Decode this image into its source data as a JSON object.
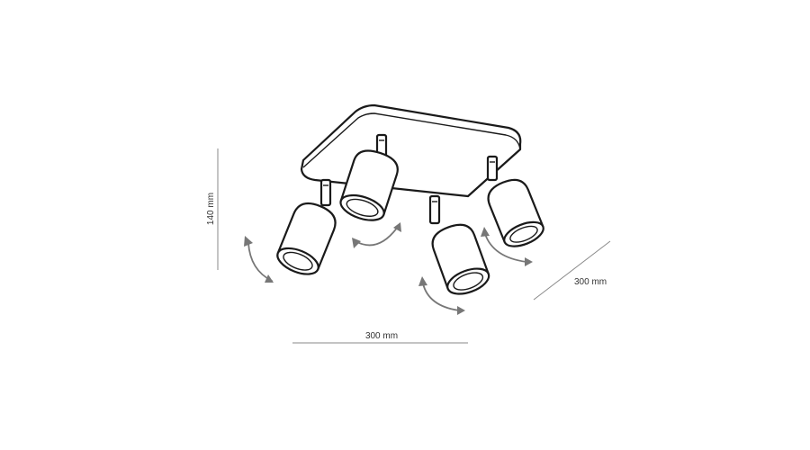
{
  "dimensions": {
    "height_label": "140 mm",
    "width_label": "300 mm",
    "depth_label": "300 mm"
  },
  "colors": {
    "line": "#1a1a1a",
    "dimension": "#8a8a8a",
    "arrow": "#777777"
  },
  "icons": [
    "ceiling-plate",
    "spot-lamp",
    "rotation-arrow"
  ]
}
